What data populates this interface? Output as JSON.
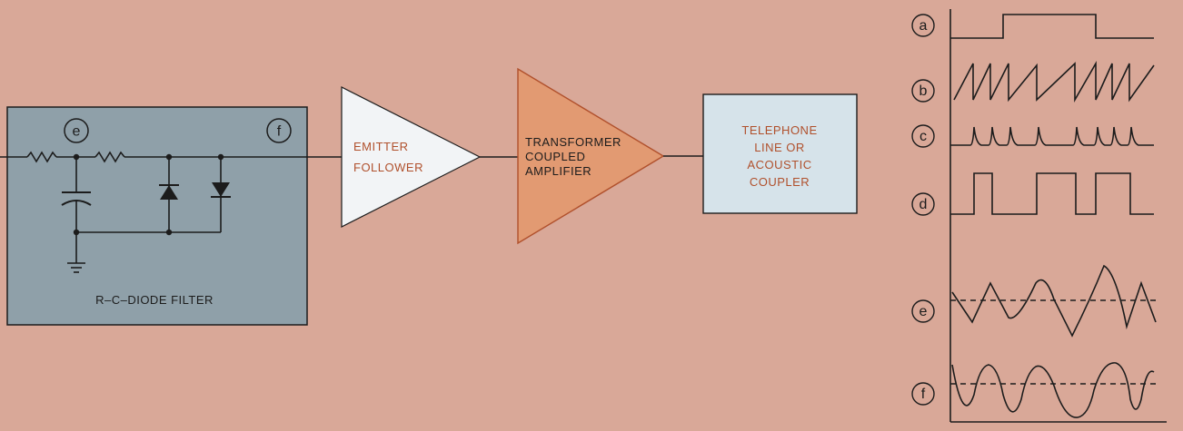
{
  "colors": {
    "background": "#d9a898",
    "filter_panel": "#8fa0a9",
    "emitter_fill": "#f2f4f6",
    "amplifier_fill": "#e29a72",
    "telephone_fill": "#d6e3ea",
    "label_text": "#b0502c",
    "ink": "#1c1c1c"
  },
  "filter": {
    "label": "R–C–DIODE FILTER",
    "node_e": "e",
    "node_f": "f"
  },
  "emitter_follower": {
    "line1": "EMITTER",
    "line2": "FOLLOWER"
  },
  "amplifier": {
    "line1": "TRANSFORMER",
    "line2": "COUPLED",
    "line3": "AMPLIFIER"
  },
  "telephone": {
    "line1": "TELEPHONE",
    "line2": "LINE OR",
    "line3": "ACOUSTIC",
    "line4": "COUPLER"
  },
  "waveforms": {
    "a": "a",
    "b": "b",
    "c": "c",
    "d": "d",
    "e": "e",
    "f": "f"
  }
}
